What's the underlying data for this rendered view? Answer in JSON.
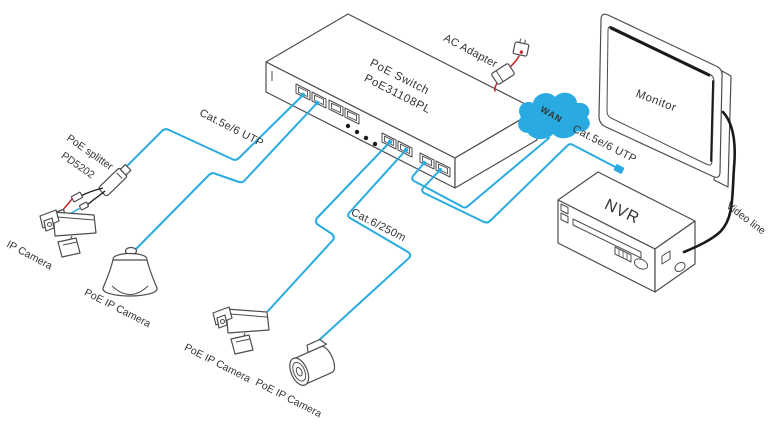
{
  "diagram": {
    "colors": {
      "cable": "#29ABE2",
      "power": "#C1272D",
      "outline": "#4D4D4D",
      "dark": "#1A1A1A",
      "cloud": "#29ABE2",
      "cloud_text": "#FFFFFF"
    },
    "switch": {
      "name_line1": "PoE Switch",
      "name_line2": "PoE31108PL"
    },
    "ac_adapter": {
      "label": "AC Adapter"
    },
    "wan": {
      "label": "WAN"
    },
    "monitor": {
      "label": "Monitor"
    },
    "nvr": {
      "label": "NVR"
    },
    "video_line": {
      "label": "Video line"
    },
    "cable_labels": {
      "cat5_left": "Cat.5e/6 UTP",
      "cat6_mid": "Cat.6/250m",
      "cat5_right": "Cat.5e/6 UTP"
    },
    "splitter": {
      "name_line1": "PoE splitter",
      "name_line2": "PD5202"
    },
    "cameras": {
      "bullet1": "IP Camera",
      "dome": "PoE IP Camera",
      "bullet2": "PoE IP Camera",
      "cylinder": "PoE IP Camera"
    }
  }
}
